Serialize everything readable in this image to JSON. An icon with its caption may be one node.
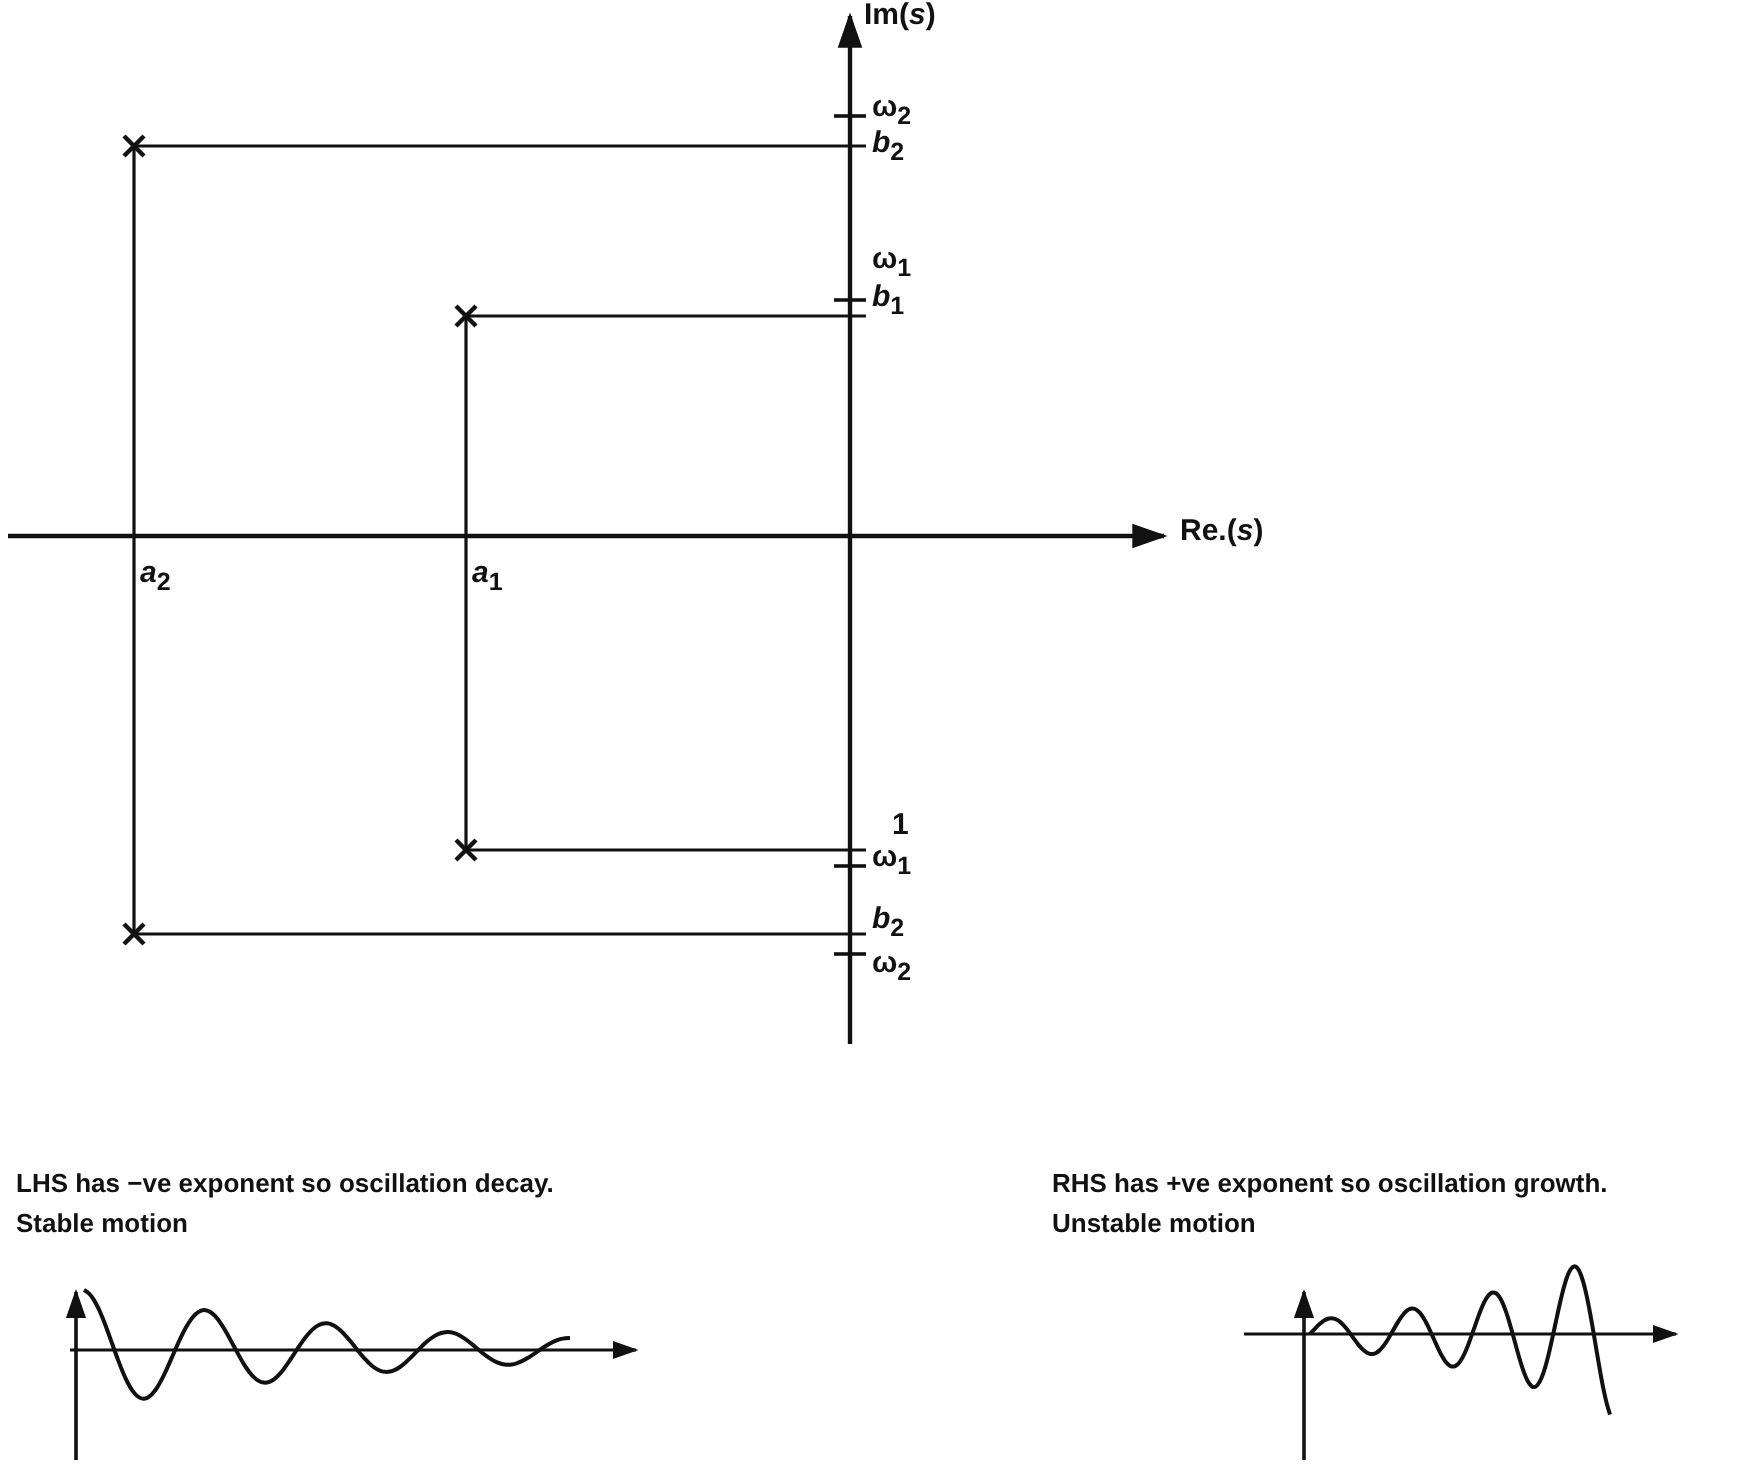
{
  "diagram": {
    "labels": [
      "Im(*s*)",
      "ω$_{2}$",
      "*b*$_{2}$",
      "ω$_{1}$",
      "*b*$_{1}$",
      "Re.(*s*)",
      "*a*$_{2}$",
      "*a*$_{1}$",
      "1",
      "ω$_{1}$",
      "*b*$_{2}$",
      "ω$_{2}$",
      "LHS has −ve exponent so oscillation decay. Stable motion",
      "RHS has +ve exponent so oscillation growth. Unstable motion"
    ]
  }
}
